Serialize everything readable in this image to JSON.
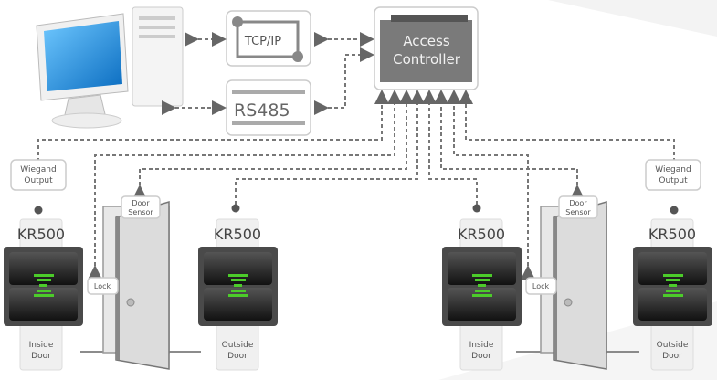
{
  "network": {
    "tcp_label": "TCP/IP",
    "rs485_label": "RS485",
    "controller_line1": "Access",
    "controller_line2": "Controller"
  },
  "left": {
    "wiegand_line1": "Wiegand",
    "wiegand_line2": "Output",
    "reader_inside_model": "KR500",
    "inside_line1": "Inside",
    "inside_line2": "Door",
    "sensor_line1": "Door",
    "sensor_line2": "Sensor",
    "lock_label": "Lock",
    "reader_outside_model": "KR500",
    "outside_line1": "Outside",
    "outside_line2": "Door"
  },
  "right": {
    "reader_inside_model": "KR500",
    "inside_line1": "Inside",
    "inside_line2": "Door",
    "sensor_line1": "Door",
    "sensor_line2": "Sensor",
    "lock_label": "Lock",
    "wiegand_line1": "Wiegand",
    "wiegand_line2": "Output",
    "reader_outside_model": "KR500",
    "outside_line1": "Outside",
    "outside_line2": "Door"
  },
  "colors": {
    "controller": "#7a7a7a",
    "screen": "#1a8fd8",
    "reader_led": "#4ccc2a",
    "reader_body": "#3a3a3a"
  }
}
